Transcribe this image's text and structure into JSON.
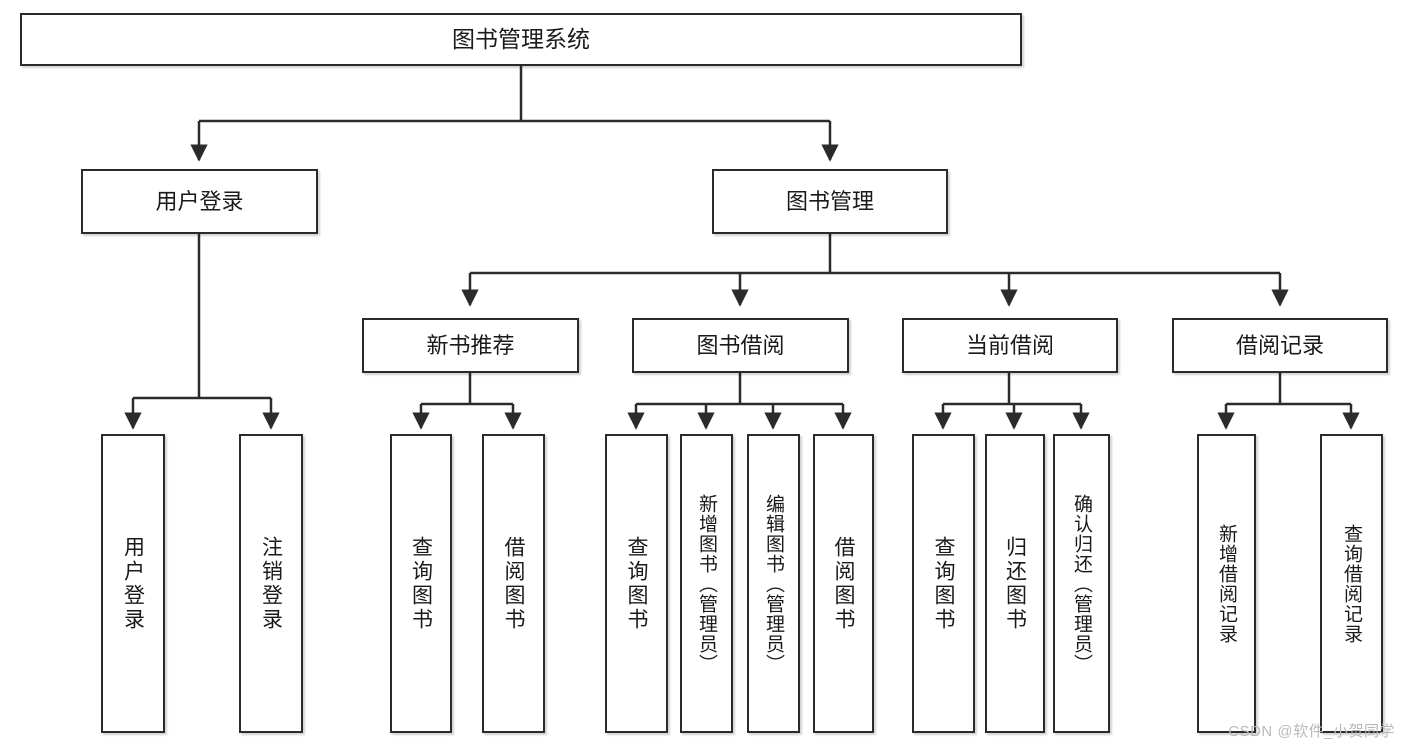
{
  "diagram": {
    "title": "图书管理系统",
    "type": "hierarchy-tree",
    "watermark": "CSDN @软件_小贺同学",
    "colors": {
      "node_border": "#2b2b2b",
      "node_fill": "#ffffff",
      "edge": "#2b2b2b",
      "text": "#1a1a1a",
      "watermark": "#b9b9b9"
    },
    "root": {
      "label": "图书管理系统"
    },
    "level2": [
      {
        "label": "用户登录"
      },
      {
        "label": "图书管理"
      }
    ],
    "level3": [
      {
        "label": "新书推荐"
      },
      {
        "label": "图书借阅"
      },
      {
        "label": "当前借阅"
      },
      {
        "label": "借阅记录"
      }
    ],
    "leaves": {
      "user_login": [
        {
          "label": "用户登录"
        },
        {
          "label": "注销登录"
        }
      ],
      "new_book_recommend": [
        {
          "label": "查询图书"
        },
        {
          "label": "借阅图书"
        }
      ],
      "book_borrow": [
        {
          "label": "查询图书"
        },
        {
          "label": "新增图书（管理员）"
        },
        {
          "label": "编辑图书（管理员）"
        },
        {
          "label": "借阅图书"
        }
      ],
      "current_borrow": [
        {
          "label": "查询图书"
        },
        {
          "label": "归还图书"
        },
        {
          "label": "确认归还（管理员）"
        }
      ],
      "borrow_record": [
        {
          "label": "新增借阅记录"
        },
        {
          "label": "查询借阅记录"
        }
      ]
    }
  }
}
